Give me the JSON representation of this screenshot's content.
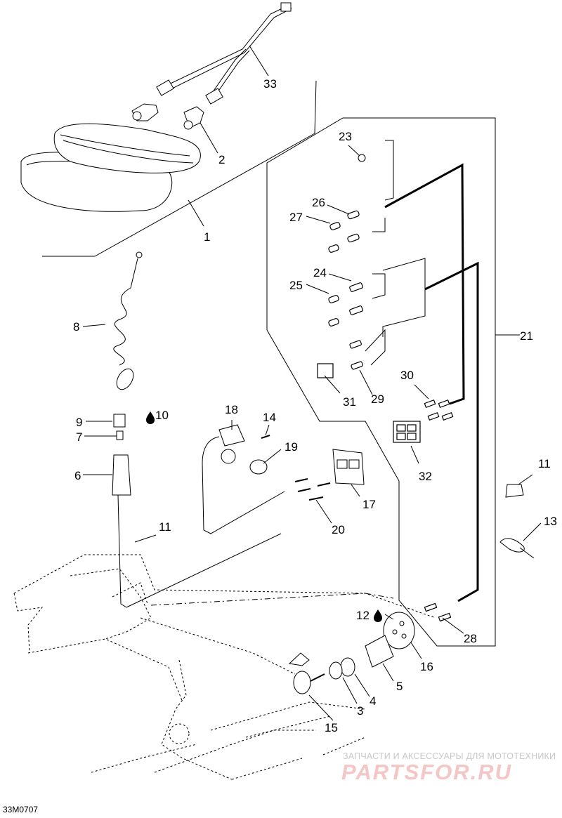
{
  "diagram": {
    "reference_code": "33M0707",
    "callouts": [
      "33",
      "2",
      "1",
      "8",
      "9",
      "10",
      "7",
      "6",
      "11",
      "18",
      "14",
      "19",
      "17",
      "20",
      "23",
      "26",
      "27",
      "24",
      "25",
      "31",
      "29",
      "30",
      "32",
      "21",
      "11",
      "13",
      "12",
      "16",
      "5",
      "4",
      "3",
      "15",
      "28"
    ],
    "lubricant_icon": "oil-drop-icon"
  },
  "watermark": {
    "line1": "ЗАПЧАСТИ И АКСЕССУАРЫ ДЛЯ МОТОТЕХНИКИ",
    "line2": "PARTSFOR.RU"
  }
}
